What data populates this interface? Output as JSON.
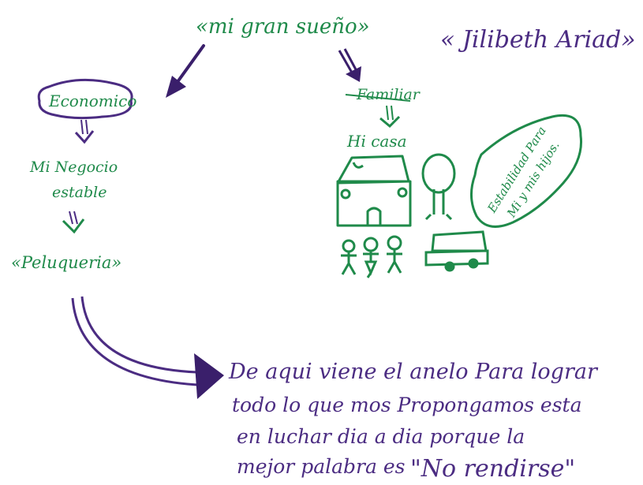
{
  "title": "«mi gran sueño»",
  "author": "« Jilibeth Ariad»",
  "economic_branch": {
    "bubble_label": "Economico",
    "step1_line1": "Mi Negocio",
    "step1_line2": "estable",
    "step2": "«Peluqueria»"
  },
  "family_branch": {
    "label": "Familiar",
    "house_label": "Hi casa",
    "bubble_line1": "Estabilidad Para",
    "bubble_line2": "Mi y mis hijos."
  },
  "conclusion": {
    "line1": "De aqui viene el anelo Para lograr",
    "line2": "todo lo que mos Propongamos esta",
    "line3": "en luchar dia a dia porque la",
    "line4_start": "mejor palabra es",
    "line4_quote": "\"No rendirse\""
  },
  "colors": {
    "green": "#1f8a4a",
    "purple": "#4b2c82",
    "dark_purple": "#3a1f6b",
    "background": "#ffffff"
  },
  "icons": [
    "house-drawing-icon",
    "tree-drawing-icon",
    "stick-figures-icon",
    "car-drawing-icon"
  ]
}
